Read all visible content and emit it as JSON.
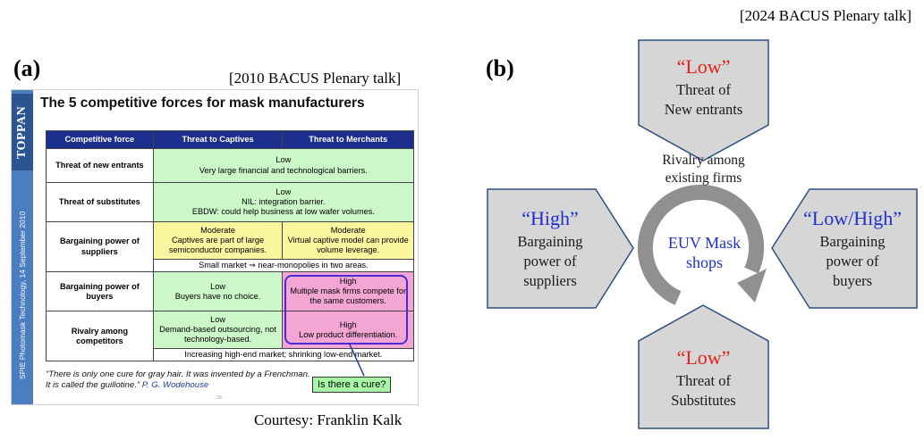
{
  "notes": {
    "top_right": "[2024 BACUS Plenary talk]",
    "panel_a": "[2010 BACUS Plenary talk]",
    "courtesy": "Courtesy:  Franklin Kalk"
  },
  "panel_a": {
    "label": "(a)",
    "brand": "TOPPAN",
    "side_text": "SPIE Photomask Technology, 14 September 2010",
    "title": "The 5 competitive forces for mask manufacturers",
    "headers": [
      "Competitive force",
      "Threat to Captives",
      "Threat to Merchants"
    ],
    "rows": {
      "new_entrants": {
        "label": "Threat of new entrants",
        "level": "Low",
        "text": "Very large financial and technological barriers."
      },
      "substitutes": {
        "label": "Threat of substitutes",
        "level": "Low",
        "text1": "NIL: integration barrier.",
        "text2": "EBDW: could help business at low wafer volumes."
      },
      "suppliers": {
        "label": "Bargaining power of suppliers",
        "captive_level": "Moderate",
        "captive_text": "Captives are part of large semiconductor companies.",
        "merchant_level": "Moderate",
        "merchant_text": "Virtual captive model can provide volume leverage.",
        "footer": "Small market ⇒ near-monopolies in two areas."
      },
      "buyers": {
        "label": "Bargaining power of buyers",
        "captive_level": "Low",
        "captive_text": "Buyers have no choice.",
        "merchant_level": "High",
        "merchant_text": "Multiple mask firms compete for the same customers."
      },
      "rivalry": {
        "label": "Rivalry among competitors",
        "captive_level": "Low",
        "captive_text": "Demand-based outsourcing, not technology-based.",
        "merchant_level": "High",
        "merchant_text": "Low product differentiation.",
        "footer": "Increasing high-end market; shrinking low-end market."
      }
    },
    "quote": "“There is only one cure for gray hair. It was invented by a Frenchman. It is called the guillotine.”",
    "quote_author": "P. G. Wodehouse",
    "cure": "Is there a cure?",
    "page_number": "- 20 -"
  },
  "panel_b": {
    "label": "(b)",
    "top": {
      "level": "“Low”",
      "line1": "Threat of",
      "line2": "New entrants"
    },
    "left": {
      "level": "“High”",
      "line1": "Bargaining",
      "line2": "power of",
      "line3": "suppliers"
    },
    "right": {
      "level": "“Low/High”",
      "line1": "Bargaining",
      "line2": "power of",
      "line3": "buyers"
    },
    "bottom": {
      "level": "“Low”",
      "line1": "Threat of",
      "line2": "Substitutes"
    },
    "rivalry": {
      "line1": "Rivalry among",
      "line2": "existing firms"
    },
    "center": {
      "line1": "EUV Mask",
      "line2": "shops"
    }
  },
  "colors": {
    "level_red": "#e0201b",
    "level_blue": "#1f2fd1",
    "shape_fill": "#d6d6d6",
    "shape_stroke": "#2f4f7f",
    "table_header": "#1c2f8c"
  }
}
